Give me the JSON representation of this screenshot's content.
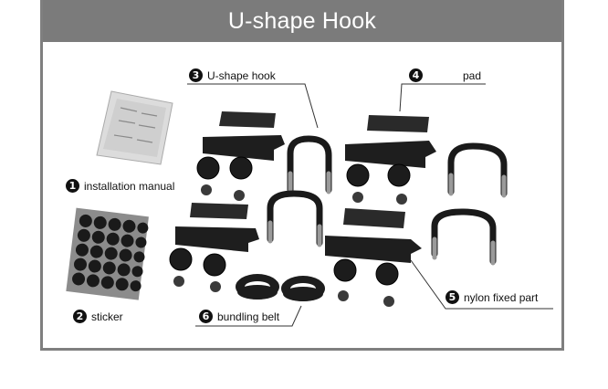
{
  "title": "U-shape Hook",
  "parts": [
    {
      "num": "1",
      "label": "installation manual"
    },
    {
      "num": "2",
      "label": "sticker"
    },
    {
      "num": "3",
      "label": "U-shape hook"
    },
    {
      "num": "4",
      "label": "pad"
    },
    {
      "num": "5",
      "label": "nylon fixed part"
    },
    {
      "num": "6",
      "label": "bundling belt"
    }
  ],
  "colors": {
    "banner": "#7b7b7b",
    "frame": "#7f7f7f",
    "part": "#1e1e1e"
  }
}
